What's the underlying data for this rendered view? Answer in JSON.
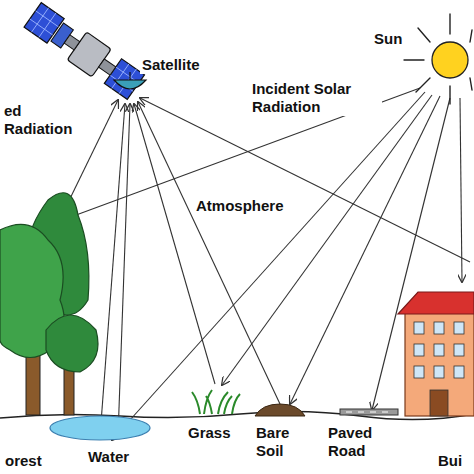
{
  "diagram": {
    "labels": [
      "Satellite",
      "Sun",
      "Incident Solar Radiation",
      "ed Radiation",
      "Atmosphere",
      "orest",
      "Water",
      "Grass",
      "Bare Soil",
      "Paved Road",
      "Bui"
    ]
  }
}
